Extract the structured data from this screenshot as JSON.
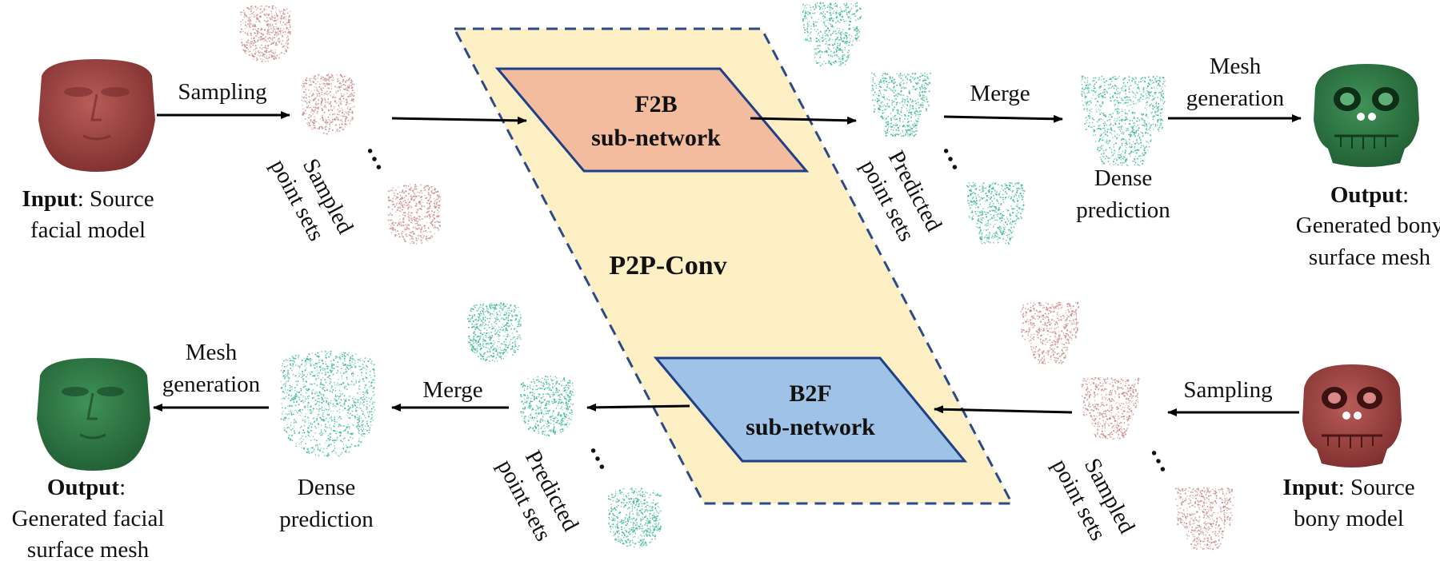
{
  "colors": {
    "source_face": "#a84a48",
    "source_face_dark": "#7a2c2b",
    "output_green": "#2f7a45",
    "output_green_dark": "#1f5a31",
    "points_red": "#c88a8a",
    "points_teal": "#3db88f",
    "p2p_fill": "#fdefc4",
    "p2p_border": "#2c4a8a",
    "f2b_fill": "#f3bc9e",
    "b2f_fill": "#9fc3e6",
    "box_border": "#1f3f88"
  },
  "icons": {
    "source_face": "face-model-icon",
    "source_skull": "skull-model-icon",
    "output_skull": "bony-mesh-icon",
    "output_face": "facial-mesh-icon",
    "points_face": "face-point-cloud-icon",
    "points_skull": "skull-point-cloud-icon"
  },
  "top": {
    "input_bold": "Input",
    "input_rest": ": Source",
    "input_line2": "facial model",
    "sampling": "Sampling",
    "sampled_line1": "Sampled",
    "sampled_line2": "point sets",
    "ellipsis": "…",
    "predicted_line1": "Predicted",
    "predicted_line2": "point sets",
    "merge": "Merge",
    "dense_line1": "Dense",
    "dense_line2": "prediction",
    "mesh_line1": "Mesh",
    "mesh_line2": "generation",
    "output_bold": "Output",
    "output_rest": ":",
    "output_line2": "Generated bony",
    "output_line3": "surface mesh"
  },
  "center": {
    "f2b_line1": "F2B",
    "f2b_line2": "sub-network",
    "p2p_label": "P2P-Conv",
    "b2f_line1": "B2F",
    "b2f_line2": "sub-network"
  },
  "bottom": {
    "input_bold": "Input",
    "input_rest": ": Source",
    "input_line2": "bony model",
    "sampling": "Sampling",
    "sampled_line1": "Sampled",
    "sampled_line2": "point sets",
    "ellipsis": "…",
    "predicted_line1": "Predicted",
    "predicted_line2": "point sets",
    "merge": "Merge",
    "dense_line1": "Dense",
    "dense_line2": "prediction",
    "mesh_line1": "Mesh",
    "mesh_line2": "generation",
    "output_bold": "Output",
    "output_rest": ":",
    "output_line2": "Generated facial",
    "output_line3": "surface mesh"
  }
}
